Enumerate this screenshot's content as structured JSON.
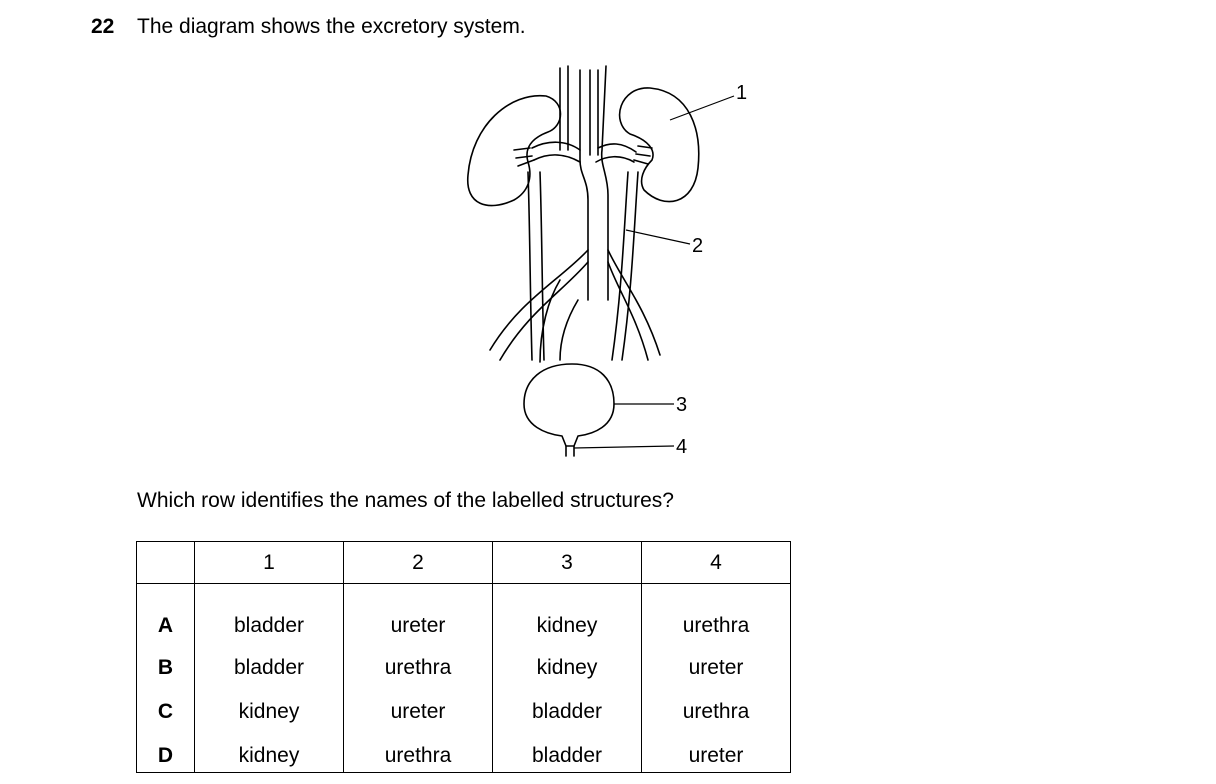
{
  "question": {
    "number": "22",
    "stem": "The diagram shows the excretory system.",
    "prompt": "Which row identifies the names of the labelled structures?"
  },
  "diagram": {
    "labels": [
      "1",
      "2",
      "3",
      "4"
    ]
  },
  "table": {
    "headers": [
      "",
      "1",
      "2",
      "3",
      "4"
    ],
    "rows": [
      {
        "option": "A",
        "cells": [
          "bladder",
          "ureter",
          "kidney",
          "urethra"
        ]
      },
      {
        "option": "B",
        "cells": [
          "bladder",
          "urethra",
          "kidney",
          "ureter"
        ]
      },
      {
        "option": "C",
        "cells": [
          "kidney",
          "ureter",
          "bladder",
          "urethra"
        ]
      },
      {
        "option": "D",
        "cells": [
          "kidney",
          "urethra",
          "bladder",
          "ureter"
        ]
      }
    ]
  }
}
